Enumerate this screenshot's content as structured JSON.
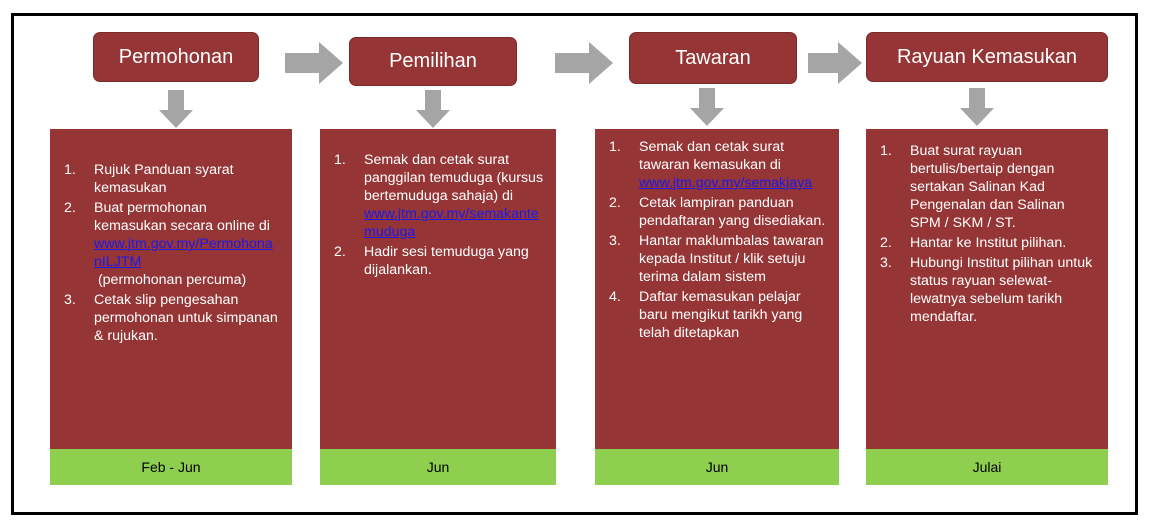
{
  "colors": {
    "box": "#963535",
    "footer": "#8fcf4f",
    "arrow": "#a5a5a5",
    "link": "#1a1aee"
  },
  "stages": [
    {
      "title": "Permohonan",
      "items": [
        {
          "num": "1.",
          "text": "Rujuk Panduan syarat kemasukan"
        },
        {
          "num": "2.",
          "text": "Buat permohonan kemasukan secara online di",
          "link": "www.jtm.gov.my/PermohonanILJTM",
          "after": " (permohonan percuma)"
        },
        {
          "num": "3.",
          "text": "Cetak slip pengesahan permohonan untuk simpanan & rujukan."
        }
      ],
      "period": "Feb - Jun"
    },
    {
      "title": "Pemilihan",
      "items": [
        {
          "num": "1.",
          "text": "Semak dan cetak surat panggilan temuduga (kursus bertemuduga sahaja) di",
          "link": "www.jtm.gov.my/semakantemuduga"
        },
        {
          "num": "2.",
          "text": "Hadir sesi temuduga yang dijalankan."
        }
      ],
      "period": "Jun"
    },
    {
      "title": "Tawaran",
      "items": [
        {
          "num": "1.",
          "text": "Semak dan cetak surat tawaran kemasukan di",
          "link": "www.jtm.gov.my/semakjaya"
        },
        {
          "num": "2.",
          "text": "Cetak lampiran panduan pendaftaran yang disediakan."
        },
        {
          "num": "3.",
          "text": "Hantar maklumbalas tawaran kepada Institut / klik setuju terima dalam sistem"
        },
        {
          "num": "4.",
          "text": "Daftar kemasukan pelajar baru mengikut tarikh yang telah ditetapkan"
        }
      ],
      "period": "Jun"
    },
    {
      "title": "Rayuan Kemasukan",
      "items": [
        {
          "num": "1.",
          "text": "Buat surat rayuan bertulis/bertaip dengan sertakan Salinan Kad Pengenalan dan Salinan SPM / SKM / ST."
        },
        {
          "num": "2.",
          "text": "Hantar ke Institut pilihan."
        },
        {
          "num": "3.",
          "text": "Hubungi Institut pilihan untuk status rayuan selewat-lewatnya sebelum tarikh mendaftar."
        }
      ],
      "period": "Julai"
    }
  ]
}
